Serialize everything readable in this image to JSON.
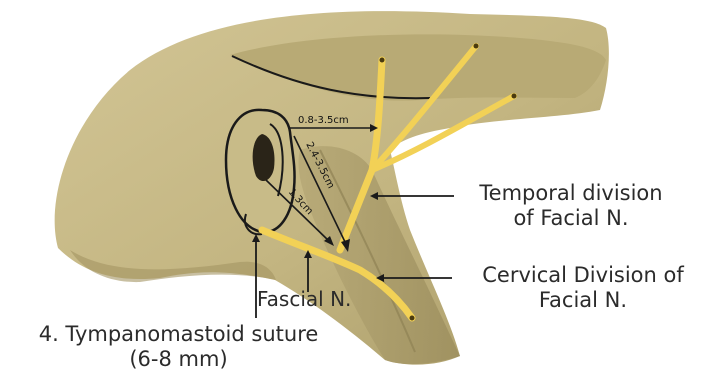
{
  "labels": {
    "temporal_division": [
      "Temporal division",
      "of Facial N."
    ],
    "cervical_division": [
      "Cervical Division of",
      "Facial N."
    ],
    "facial_nerve": "Fascial N.",
    "tympanomastoid": [
      "4. Tympanomastoid suture",
      "(6-8 mm)"
    ]
  },
  "measurements": {
    "horizontal": "0.8-3.5cm",
    "diagonal_long": "2.4-3.5cm",
    "diagonal_short": "1.3cm"
  },
  "colors": {
    "skin": "#c6b985",
    "skin_dark": "#9f9262",
    "nerve": "#f2d156",
    "outline": "#1a1a1a"
  }
}
